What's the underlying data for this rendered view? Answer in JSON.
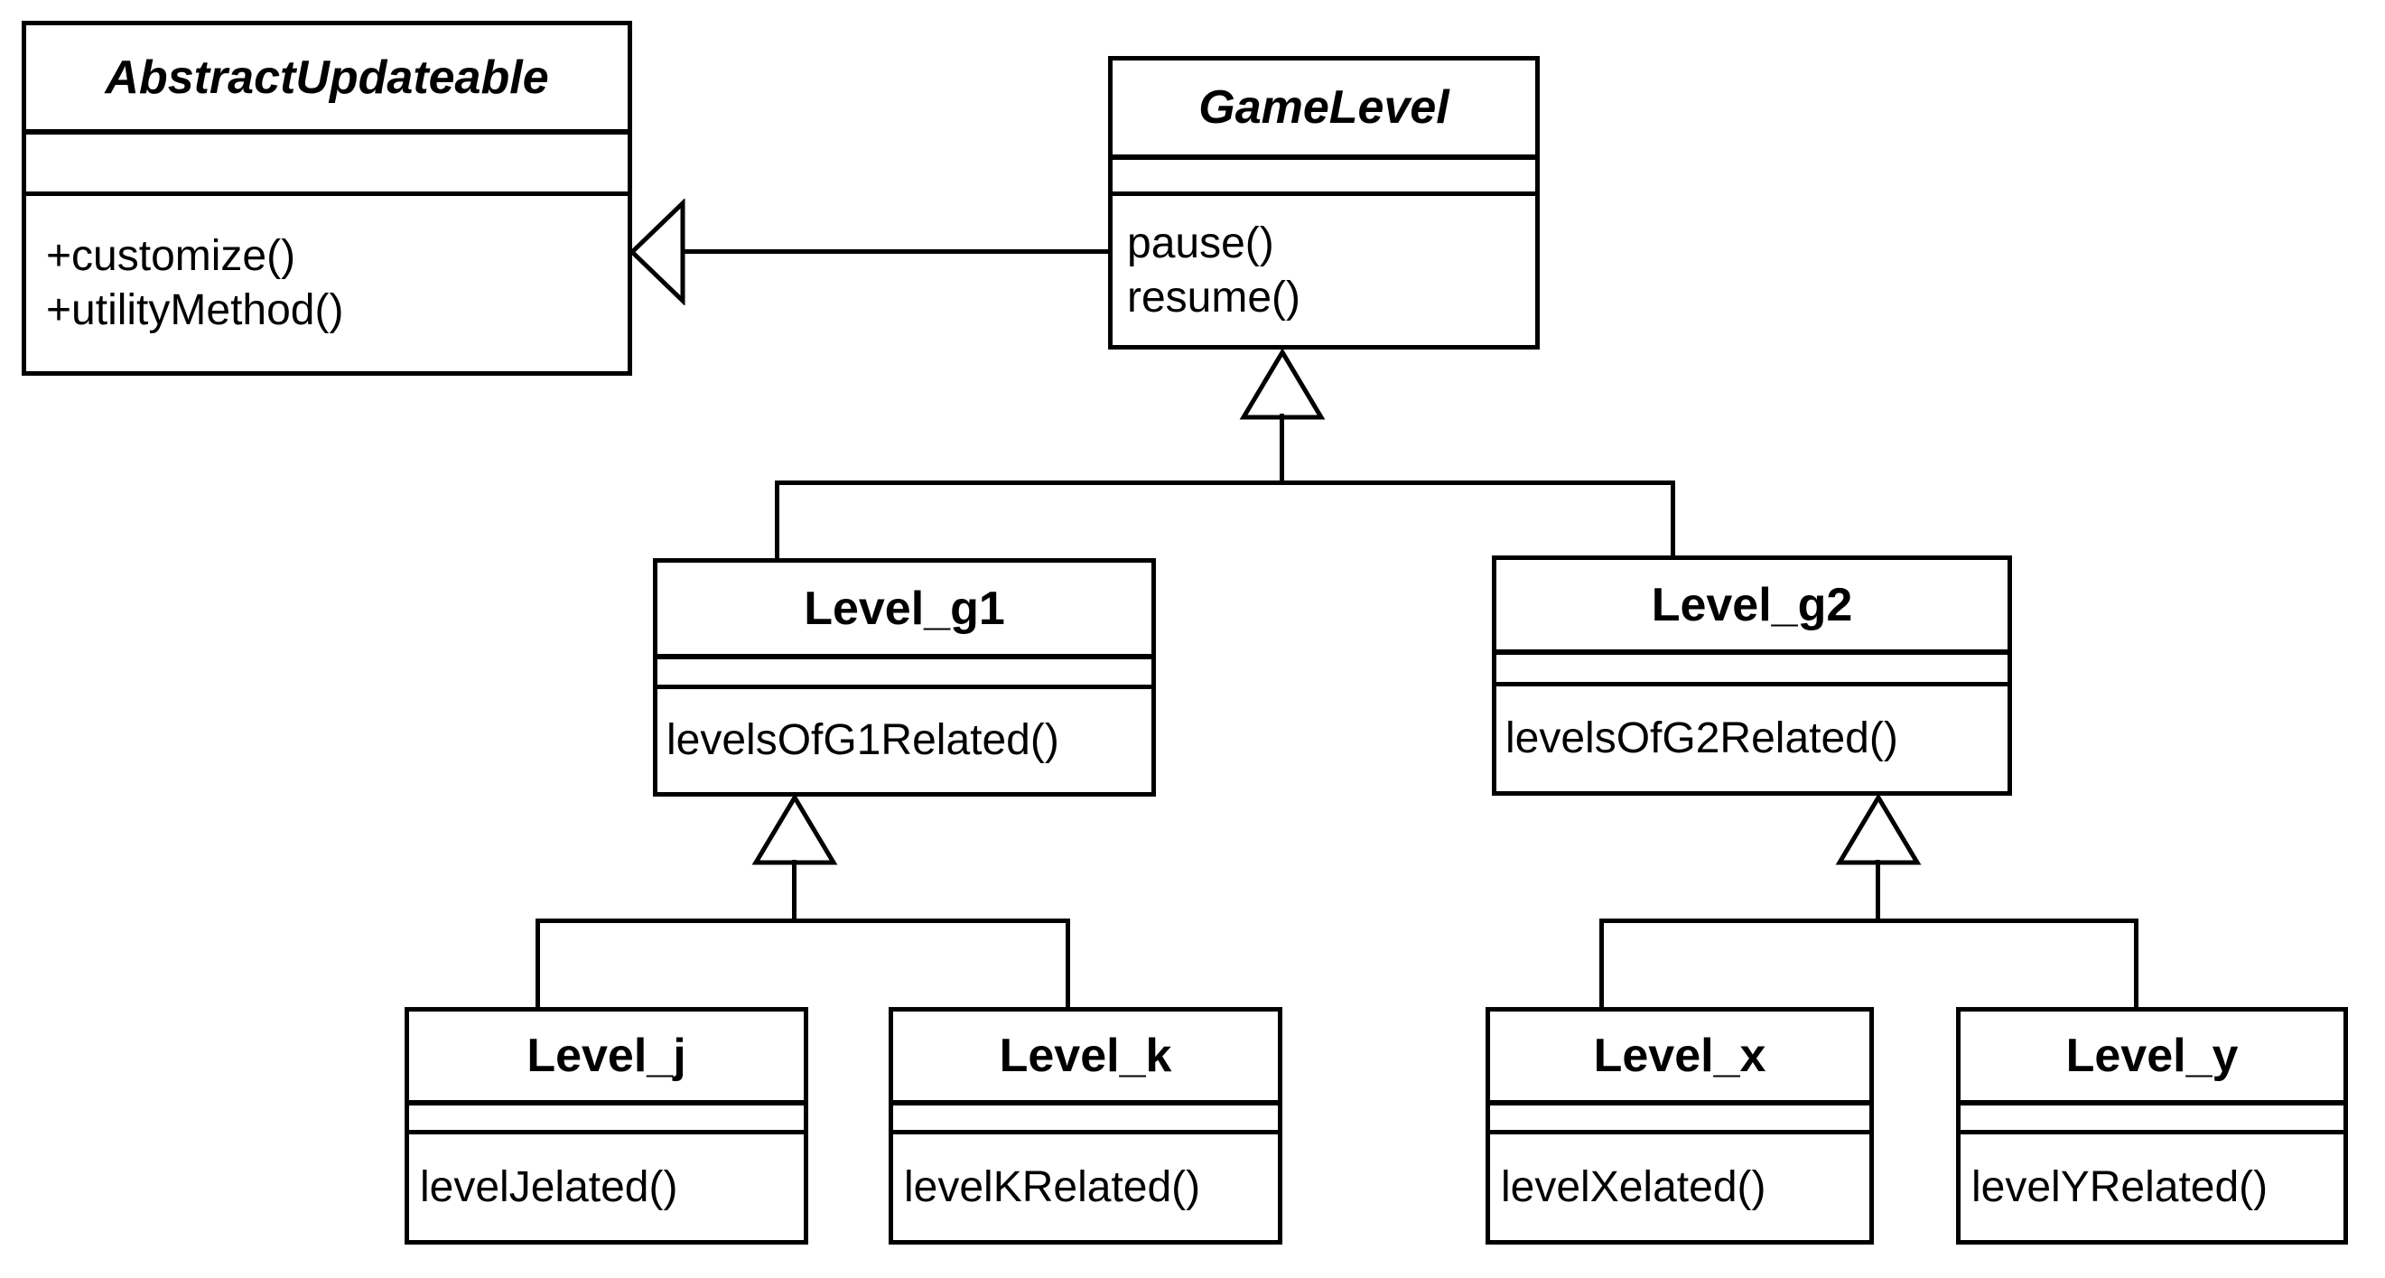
{
  "diagram": {
    "type": "uml-class-diagram",
    "background_color": "#ffffff",
    "line_color": "#000000",
    "classes": [
      {
        "name": "AbstractUpdateable",
        "abstract": true,
        "attributes": [],
        "methods": [
          "+customize()",
          "+utilityMethod()"
        ]
      },
      {
        "name": "GameLevel",
        "abstract": true,
        "attributes": [],
        "methods": [
          "pause()",
          "resume()"
        ]
      },
      {
        "name": "Level_g1",
        "abstract": false,
        "attributes": [],
        "methods": [
          "levelsOfG1Related()"
        ]
      },
      {
        "name": "Level_g2",
        "abstract": false,
        "attributes": [],
        "methods": [
          "levelsOfG2Related()"
        ]
      },
      {
        "name": "Level_j",
        "abstract": false,
        "attributes": [],
        "methods": [
          "levelJelated()"
        ]
      },
      {
        "name": "Level_k",
        "abstract": false,
        "attributes": [],
        "methods": [
          "levelKRelated()"
        ]
      },
      {
        "name": "Level_x",
        "abstract": false,
        "attributes": [],
        "methods": [
          "levelXelated()"
        ]
      },
      {
        "name": "Level_y",
        "abstract": false,
        "attributes": [],
        "methods": [
          "levelYRelated()"
        ]
      }
    ],
    "relationships": [
      {
        "type": "generalization",
        "child": "GameLevel",
        "parent": "AbstractUpdateable"
      },
      {
        "type": "generalization",
        "child": "Level_g1",
        "parent": "GameLevel"
      },
      {
        "type": "generalization",
        "child": "Level_g2",
        "parent": "GameLevel"
      },
      {
        "type": "generalization",
        "child": "Level_j",
        "parent": "Level_g1"
      },
      {
        "type": "generalization",
        "child": "Level_k",
        "parent": "Level_g1"
      },
      {
        "type": "generalization",
        "child": "Level_x",
        "parent": "Level_g2"
      },
      {
        "type": "generalization",
        "child": "Level_y",
        "parent": "Level_g2"
      }
    ]
  }
}
